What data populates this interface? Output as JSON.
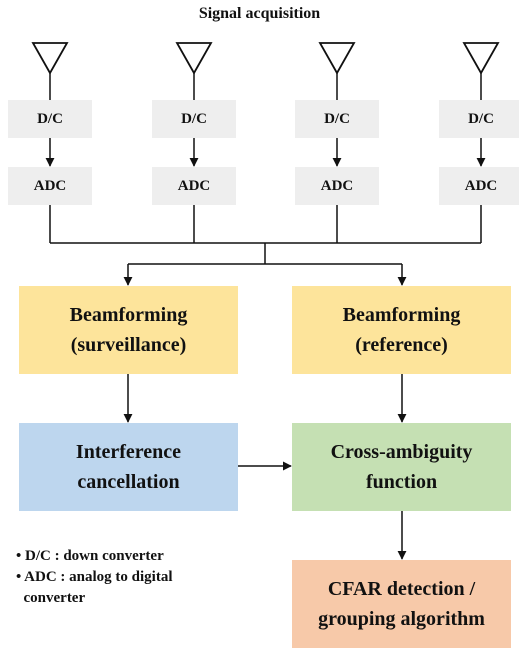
{
  "title": "Signal acquisition",
  "chains": [
    {
      "dc": "D/C",
      "adc": "ADC"
    },
    {
      "dc": "D/C",
      "adc": "ADC"
    },
    {
      "dc": "D/C",
      "adc": "ADC"
    },
    {
      "dc": "D/C",
      "adc": "ADC"
    }
  ],
  "blocks": {
    "beam_surv": [
      "Beamforming",
      "(surveillance)"
    ],
    "beam_ref": [
      "Beamforming",
      "(reference)"
    ],
    "interference": [
      "Interference",
      "cancellation"
    ],
    "caf": [
      "Cross-ambiguity",
      "function"
    ],
    "cfar": [
      "CFAR detection /",
      "grouping algorithm"
    ]
  },
  "legend": [
    "• D/C : down converter",
    "• ADC : analog to digital",
    "  converter"
  ],
  "colors": {
    "beamforming": "#fde49b",
    "interference": "#bdd6ee",
    "caf": "#c5e0b3",
    "cfar": "#f7c9a9",
    "small_box": "#eeeeee"
  }
}
